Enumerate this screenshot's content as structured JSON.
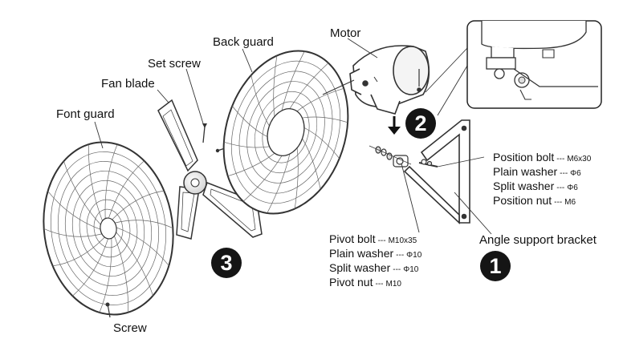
{
  "labels": {
    "front_guard": "Font guard",
    "fan_blade": "Fan blade",
    "set_screw": "Set screw",
    "back_guard": "Back guard",
    "motor": "Motor",
    "screw": "Screw",
    "angle_support_bracket": "Angle support bracket"
  },
  "position_hardware": [
    {
      "name": "Position bolt",
      "dash": "---",
      "size": "M6x30"
    },
    {
      "name": "Plain washer",
      "dash": "---",
      "size": "Φ6"
    },
    {
      "name": "Split washer",
      "dash": "---",
      "size": "Φ6"
    },
    {
      "name": "Position nut",
      "dash": "---",
      "size": "M6"
    }
  ],
  "pivot_hardware": [
    {
      "name": "Pivot bolt",
      "dash": "---",
      "size": "M10x35"
    },
    {
      "name": "Plain washer",
      "dash": "---",
      "size": "Φ10"
    },
    {
      "name": "Split washer",
      "dash": "---",
      "size": "Φ10"
    },
    {
      "name": "Pivot nut",
      "dash": "---",
      "size": "M10"
    }
  ],
  "steps": {
    "step1": "1",
    "step2": "2",
    "step3": "3"
  },
  "colors": {
    "line": "#333333",
    "badge": "#151515",
    "guard_wire": "#555555"
  }
}
